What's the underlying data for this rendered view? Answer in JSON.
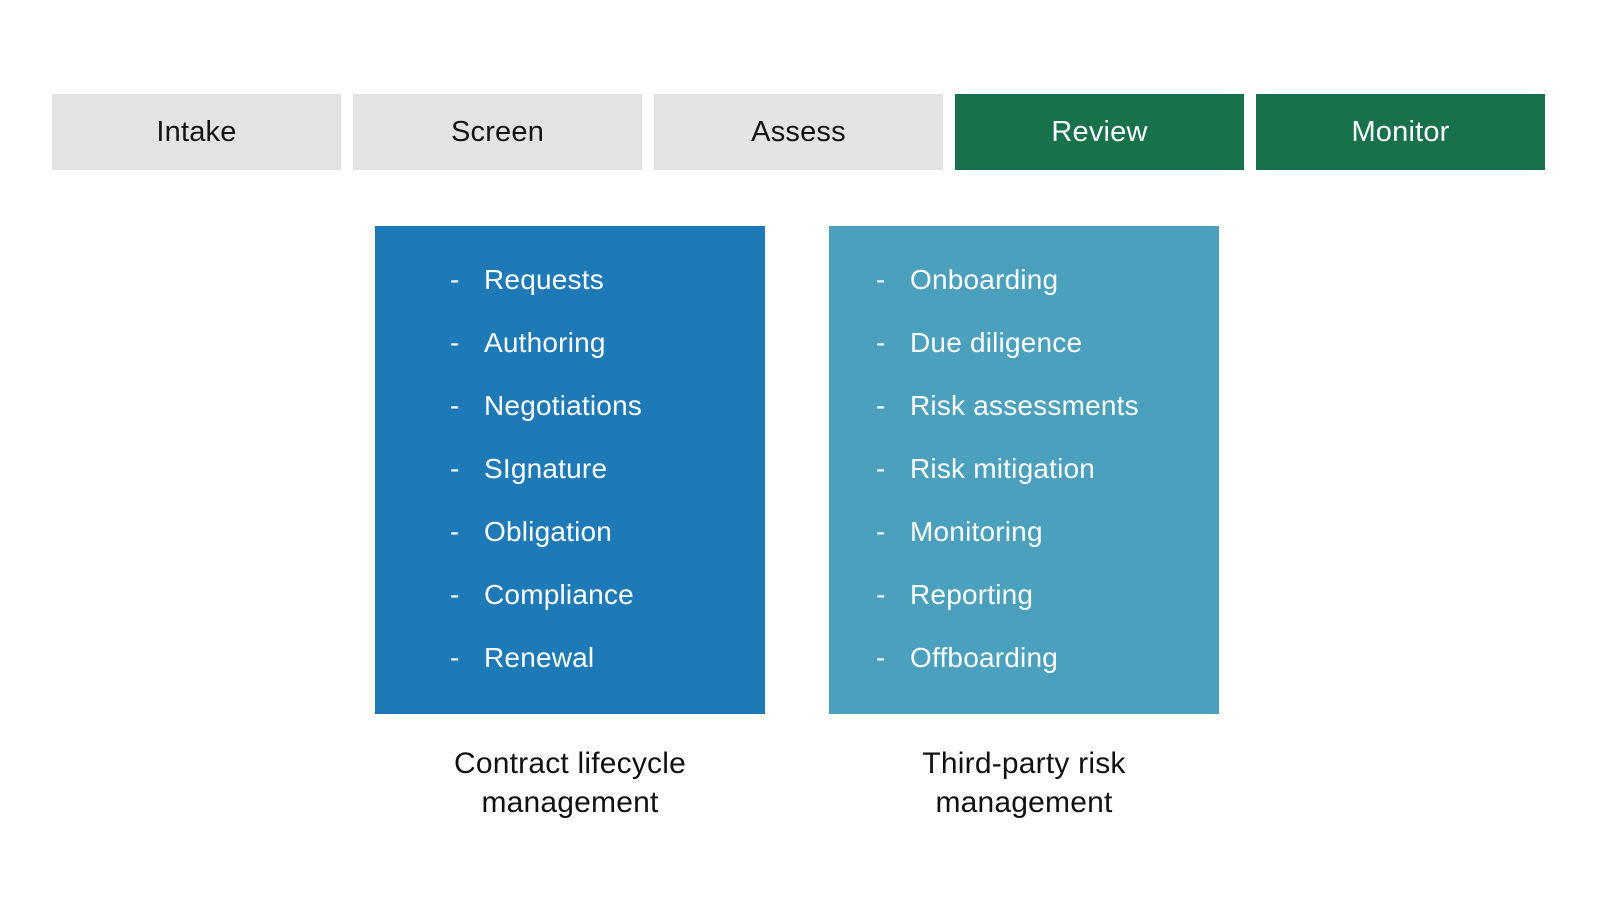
{
  "stages": {
    "colors": {
      "inactive_bg": "#e3e3e3",
      "inactive_text": "#141414",
      "active_bg": "#17714a",
      "active_text": "#ffffff"
    },
    "items": [
      {
        "label": "Intake",
        "active": false
      },
      {
        "label": "Screen",
        "active": false
      },
      {
        "label": "Assess",
        "active": false
      },
      {
        "label": "Review",
        "active": true
      },
      {
        "label": "Monitor",
        "active": true
      }
    ]
  },
  "panels": {
    "clm": {
      "color": "#1e7ab7",
      "text_color": "#ffffff",
      "bullet": "-",
      "items": [
        "Requests",
        "Authoring",
        "Negotiations",
        "SIgnature",
        "Obligation",
        "Compliance",
        "Renewal"
      ],
      "caption_lines": [
        "Contract lifecycle",
        "management"
      ]
    },
    "tprm": {
      "color": "#4aa0bd",
      "text_color": "#ffffff",
      "bullet": "-",
      "items": [
        "Onboarding",
        "Due diligence",
        "Risk assessments",
        "Risk mitigation",
        "Monitoring",
        "Reporting",
        "Offboarding"
      ],
      "caption_lines": [
        "Third-party risk",
        "management"
      ]
    }
  }
}
